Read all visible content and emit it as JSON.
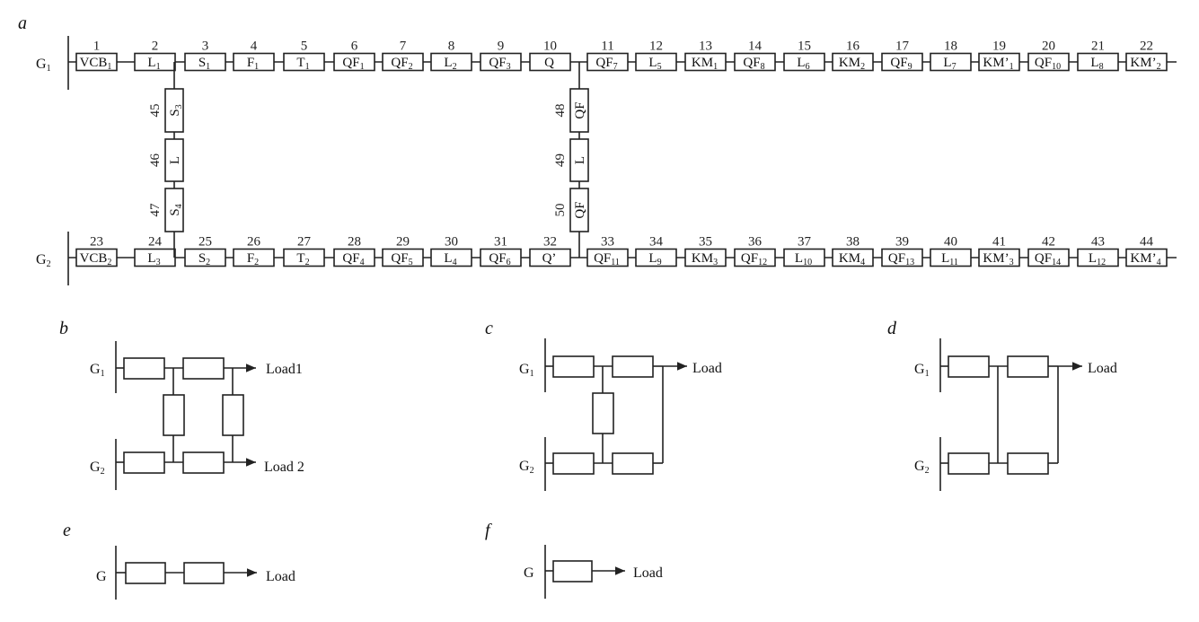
{
  "panel_labels": {
    "a": "a",
    "b": "b",
    "c": "c",
    "d": "d",
    "e": "e",
    "f": "f"
  },
  "panel_a": {
    "g1": {
      "main": "G",
      "sub": "1"
    },
    "g2": {
      "main": "G",
      "sub": "2"
    },
    "top_row": [
      {
        "n": "1",
        "main": "VCB",
        "sub": "1"
      },
      {
        "n": "2",
        "main": "L",
        "sub": "1"
      },
      {
        "n": "3",
        "main": "S",
        "sub": "1"
      },
      {
        "n": "4",
        "main": "F",
        "sub": "1"
      },
      {
        "n": "5",
        "main": "T",
        "sub": "1"
      },
      {
        "n": "6",
        "main": "QF",
        "sub": "1"
      },
      {
        "n": "7",
        "main": "QF",
        "sub": "2"
      },
      {
        "n": "8",
        "main": "L",
        "sub": "2"
      },
      {
        "n": "9",
        "main": "QF",
        "sub": "3"
      },
      {
        "n": "10",
        "main": "Q",
        "sub": ""
      },
      {
        "n": "11",
        "main": "QF",
        "sub": "7"
      },
      {
        "n": "12",
        "main": "L",
        "sub": "5"
      },
      {
        "n": "13",
        "main": "KM",
        "sub": "1"
      },
      {
        "n": "14",
        "main": "QF",
        "sub": "8"
      },
      {
        "n": "15",
        "main": "L",
        "sub": "6"
      },
      {
        "n": "16",
        "main": "KM",
        "sub": "2"
      },
      {
        "n": "17",
        "main": "QF",
        "sub": "9"
      },
      {
        "n": "18",
        "main": "L",
        "sub": "7"
      },
      {
        "n": "19",
        "main": "KM’",
        "sub": "1"
      },
      {
        "n": "20",
        "main": "QF",
        "sub": "10"
      },
      {
        "n": "21",
        "main": "L",
        "sub": "8"
      },
      {
        "n": "22",
        "main": "KM’",
        "sub": "2"
      }
    ],
    "bottom_row": [
      {
        "n": "23",
        "main": "VCB",
        "sub": "2"
      },
      {
        "n": "24",
        "main": "L",
        "sub": "3"
      },
      {
        "n": "25",
        "main": "S",
        "sub": "2"
      },
      {
        "n": "26",
        "main": "F",
        "sub": "2"
      },
      {
        "n": "27",
        "main": "T",
        "sub": "2"
      },
      {
        "n": "28",
        "main": "QF",
        "sub": "4"
      },
      {
        "n": "29",
        "main": "QF",
        "sub": "5"
      },
      {
        "n": "30",
        "main": "L",
        "sub": "4"
      },
      {
        "n": "31",
        "main": "QF",
        "sub": "6"
      },
      {
        "n": "32",
        "main": "Q’",
        "sub": ""
      },
      {
        "n": "33",
        "main": "QF",
        "sub": "11"
      },
      {
        "n": "34",
        "main": "L",
        "sub": "9"
      },
      {
        "n": "35",
        "main": "KM",
        "sub": "3"
      },
      {
        "n": "36",
        "main": "QF",
        "sub": "12"
      },
      {
        "n": "37",
        "main": "L",
        "sub": "10"
      },
      {
        "n": "38",
        "main": "KM",
        "sub": "4"
      },
      {
        "n": "39",
        "main": "QF",
        "sub": "13"
      },
      {
        "n": "40",
        "main": "L",
        "sub": "11"
      },
      {
        "n": "41",
        "main": "KM’",
        "sub": "3"
      },
      {
        "n": "42",
        "main": "QF",
        "sub": "14"
      },
      {
        "n": "43",
        "main": "L",
        "sub": "12"
      },
      {
        "n": "44",
        "main": "KM’",
        "sub": "4"
      }
    ],
    "left_branch": [
      {
        "n": "45",
        "main": "S",
        "sub": "3"
      },
      {
        "n": "46",
        "main": "L",
        "sub": ""
      },
      {
        "n": "47",
        "main": "S",
        "sub": "4"
      }
    ],
    "right_branch": [
      {
        "n": "48",
        "main": "QF",
        "sub": ""
      },
      {
        "n": "49",
        "main": "L",
        "sub": ""
      },
      {
        "n": "50",
        "main": "QF",
        "sub": ""
      }
    ]
  },
  "panel_b": {
    "g1": {
      "main": "G",
      "sub": "1"
    },
    "g2": {
      "main": "G",
      "sub": "2"
    },
    "load1": "Load1",
    "load2": "Load 2"
  },
  "panel_c": {
    "g1": {
      "main": "G",
      "sub": "1"
    },
    "g2": {
      "main": "G",
      "sub": "2"
    },
    "load": "Load"
  },
  "panel_d": {
    "g1": {
      "main": "G",
      "sub": "1"
    },
    "g2": {
      "main": "G",
      "sub": "2"
    },
    "load": "Load"
  },
  "panel_e": {
    "g": "G",
    "load": "Load"
  },
  "panel_f": {
    "g": "G",
    "load": "Load"
  }
}
